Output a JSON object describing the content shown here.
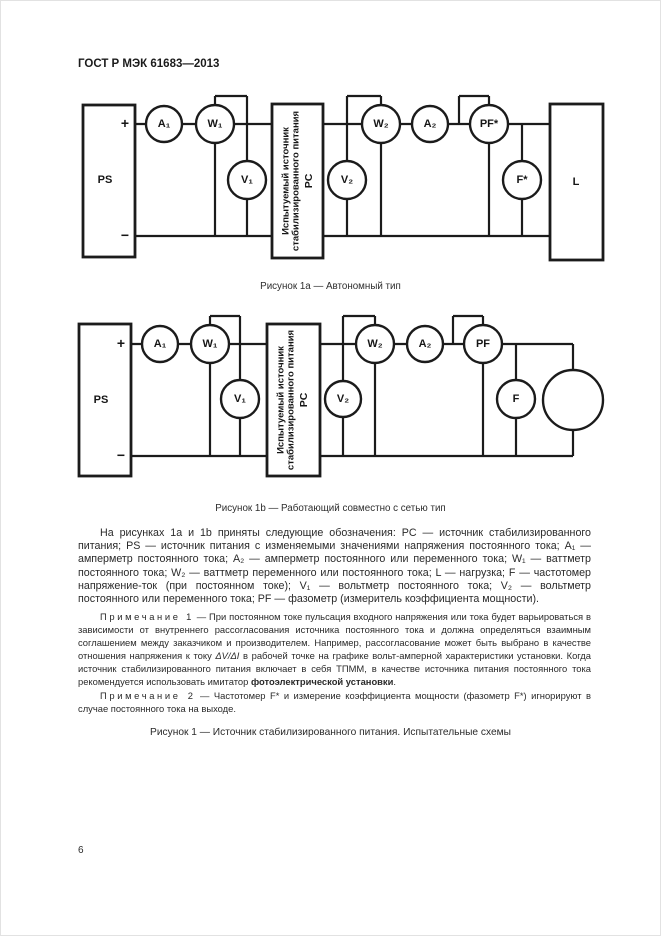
{
  "header": {
    "title": "ГОСТ Р МЭК 61683—2013"
  },
  "fig1a": {
    "caption": "Рисунок 1a — Автономный тип",
    "ps": "PS",
    "plus": "+",
    "minus": "−",
    "a1": "A₁",
    "w1": "W₁",
    "v1": "V₁",
    "dut1": "Испытуемый источник",
    "dut2": "стабилизированного питания",
    "dut3": "PC",
    "v2": "V₂",
    "w2": "W₂",
    "a2": "A₂",
    "pf": "PF*",
    "f": "F*",
    "load": "L"
  },
  "fig1b": {
    "caption": "Рисунок 1b — Работающий совместно с сетью тип",
    "ps": "PS",
    "plus": "+",
    "minus": "−",
    "a1": "A₁",
    "w1": "W₁",
    "v1": "V₁",
    "dut1": "Испытуемый источник",
    "dut2": "стабилизированного питания",
    "dut3": "PC",
    "v2": "V₂",
    "w2": "W₂",
    "a2": "A₂",
    "pf": "PF",
    "f": "F"
  },
  "legend": {
    "text": "На рисунках 1a и 1b приняты следующие обозначения: PC — источник стабилизированного питания; PS — источник питания с изменяемыми значениями напряжения постоянного тока; A₁ — амперметр постоянного тока; A₂ — амперметр постоянного или переменного тока; W₁ — ваттметр постоянного тока; W₂ — ваттметр переменного или постоянного тока; L — нагрузка; F — частотомер напряжение-ток (при постоянном токе); V₁ — вольтметр постоянного тока; V₂ — вольтметр постоянного или переменного тока; PF — фазометр (измеритель коэффициента мощности)."
  },
  "note1": {
    "label": "Примечание 1",
    "t1": " — При постоянном токе пульсация входного напряжения или тока будет варьироваться в зависимости от внутреннего рассогласования источника постоянного тока и должна определяться взаимным соглашением между заказчиком и производителем. Например, рассогласование может быть выбрано в качестве отношения напряжения к току ",
    "formula": "ΔV/ΔI",
    "t2": " в рабочей точке на графике вольт-амперной характеристики установки. Когда источник стабилизированного питания включает в себя ТПММ, в качестве источника питания постоянного тока рекомендуется использовать имитатор ",
    "bold": "фотоэлектрической установки",
    "t3": "."
  },
  "note2": {
    "label": "Примечание 2",
    "text": " — Частотомер F* и измерение коэффициента мощности (фазометр F*) игнорируют в случае постоянного тока на выходе."
  },
  "figure_caption": "Рисунок 1 — Источник стабилизированного питания. Испытательные схемы",
  "page_number": "6"
}
